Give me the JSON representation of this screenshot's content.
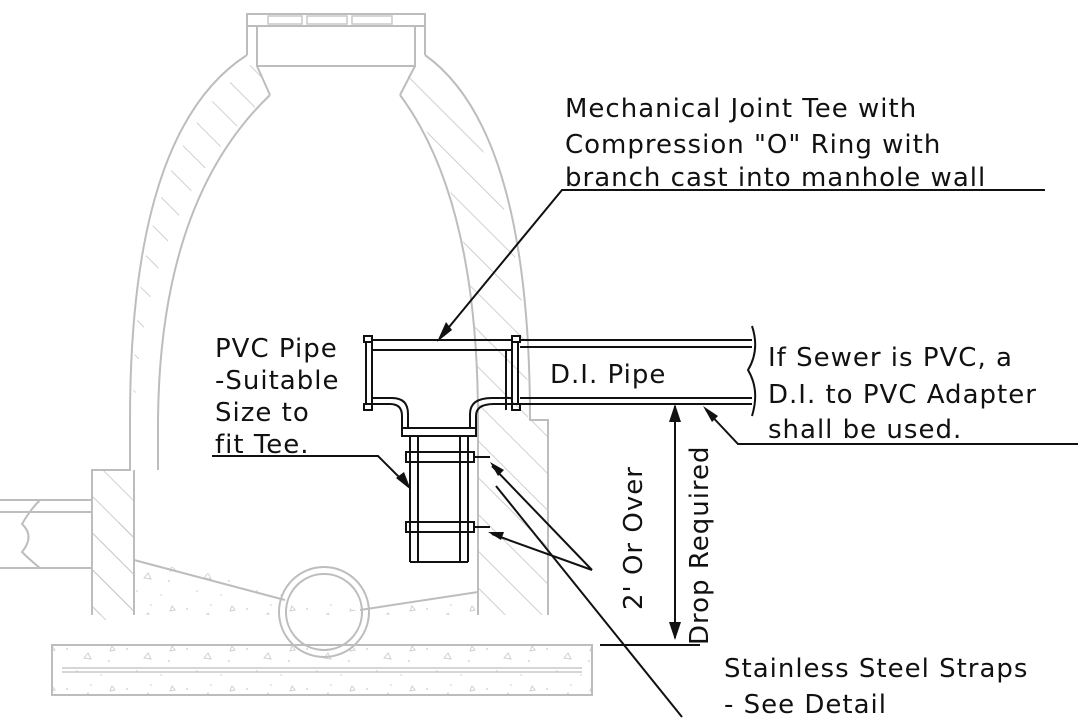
{
  "labels": {
    "tee_line1": "Mechanical Joint Tee with",
    "tee_line2": "Compression \"O\" Ring with",
    "tee_line3": "branch cast into manhole wall",
    "pvc_line1": "PVC Pipe",
    "pvc_line2": "-Suitable",
    "pvc_line3": "Size to",
    "pvc_line4": "fit Tee.",
    "di_pipe": "D.I. Pipe",
    "adapter_line1": "If Sewer is PVC, a",
    "adapter_line2": "D.I. to PVC Adapter",
    "adapter_line3": "shall be used.",
    "drop_line1": "2' Or Over",
    "drop_line2": "Drop Required",
    "straps_line1": "Stainless Steel Straps",
    "straps_line2": "- See Detail"
  },
  "colors": {
    "ink": "#111111",
    "structure": "#bdbdbd",
    "background": "#ffffff"
  }
}
